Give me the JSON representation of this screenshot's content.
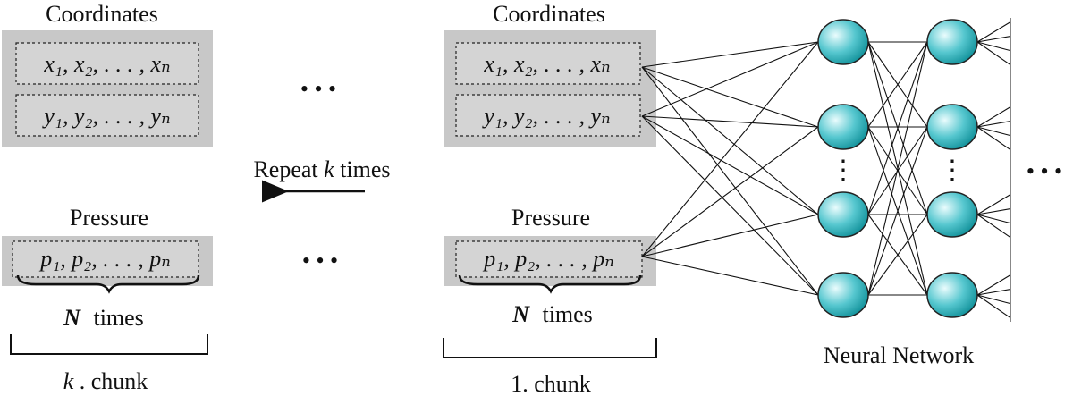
{
  "left_chunk": {
    "coordinates_title": "Coordinates",
    "x_row": "x₁, x₂, . . . , xₙ",
    "y_row": "y₁, y₂, . . . , yₙ",
    "pressure_title": "Pressure",
    "p_row": "p₁, p₂, . . . , pₙ",
    "n_times_var": "N",
    "n_times_word": "times",
    "chunk_var": "k",
    "chunk_word": ". chunk"
  },
  "middle": {
    "ellipsis_top": "• • •",
    "ellipsis_bottom": "• • •",
    "repeat_pre": "Repeat ",
    "repeat_var": "k",
    "repeat_post": " times"
  },
  "right_chunk": {
    "coordinates_title": "Coordinates",
    "x_row": "x₁, x₂, . . . , xₙ",
    "y_row": "y₁, y₂, . . . , yₙ",
    "pressure_title": "Pressure",
    "p_row": "p₁, p₂, . . . , pₙ",
    "n_times_var": "N",
    "n_times_word": "times",
    "chunk_label": "1. chunk"
  },
  "network": {
    "label": "Neural Network",
    "layer_dots": "⋮",
    "trailing_ellipsis": "• • •",
    "layer1_nodes": 4,
    "layer2_nodes": 4
  },
  "colors": {
    "panel_gray": "#c8c8c8",
    "node_light": "#e8fbfc",
    "node_dark": "#1aa3ad",
    "line": "#111111"
  }
}
